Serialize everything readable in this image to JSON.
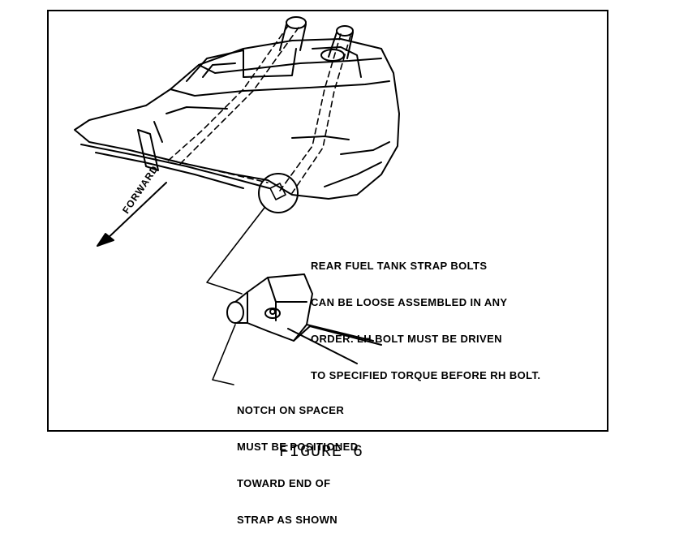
{
  "figure": {
    "caption": "FIGURE 6",
    "forward_label": "FORWARD",
    "callout_bolts": [
      "REAR FUEL TANK STRAP BOLTS",
      "CAN BE LOOSE ASSEMBLED IN ANY",
      "ORDER. LH BOLT MUST BE DRIVEN",
      "TO SPECIFIED TORQUE BEFORE RH BOLT."
    ],
    "callout_notch": [
      "NOTCH ON SPACER",
      "MUST BE POSITIONED",
      "TOWARD END OF",
      "STRAP AS SHOWN"
    ]
  }
}
